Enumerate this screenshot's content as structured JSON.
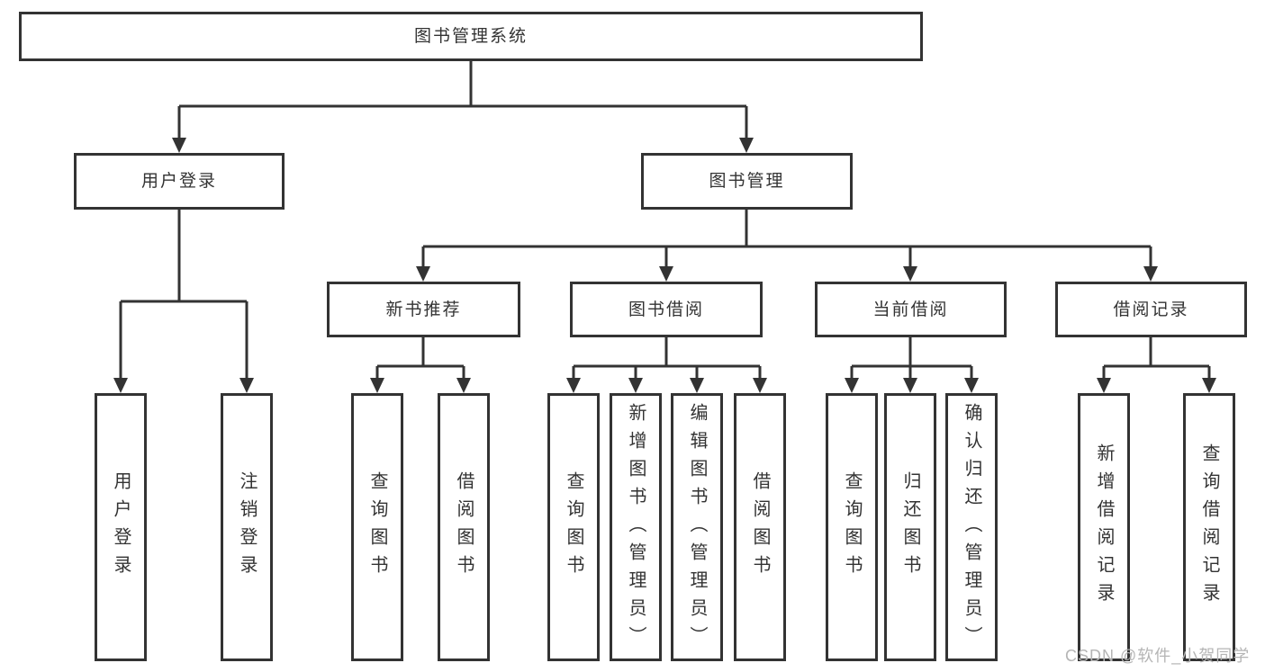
{
  "diagram": {
    "root": {
      "label": "图书管理系统"
    },
    "level2": [
      {
        "label": "用户登录"
      },
      {
        "label": "图书管理"
      }
    ],
    "level3": [
      {
        "label": "新书推荐"
      },
      {
        "label": "图书借阅"
      },
      {
        "label": "当前借阅"
      },
      {
        "label": "借阅记录"
      }
    ],
    "leaves": [
      {
        "label": "用户登录"
      },
      {
        "label": "注销登录"
      },
      {
        "label": "查询图书"
      },
      {
        "label": "借阅图书"
      },
      {
        "label": "查询图书"
      },
      {
        "label": "新增图书（管理员）"
      },
      {
        "label": "编辑图书（管理员）"
      },
      {
        "label": "借阅图书"
      },
      {
        "label": "查询图书"
      },
      {
        "label": "归还图书"
      },
      {
        "label": "确认归还（管理员）"
      },
      {
        "label": "新增借阅记录"
      },
      {
        "label": "查询借阅记录"
      }
    ]
  },
  "watermark": {
    "text": "CSDN @软件_小贺同学"
  },
  "colors": {
    "line": "#333333",
    "text": "#333333",
    "watermark": "#b5b5b5",
    "background": "#ffffff"
  }
}
